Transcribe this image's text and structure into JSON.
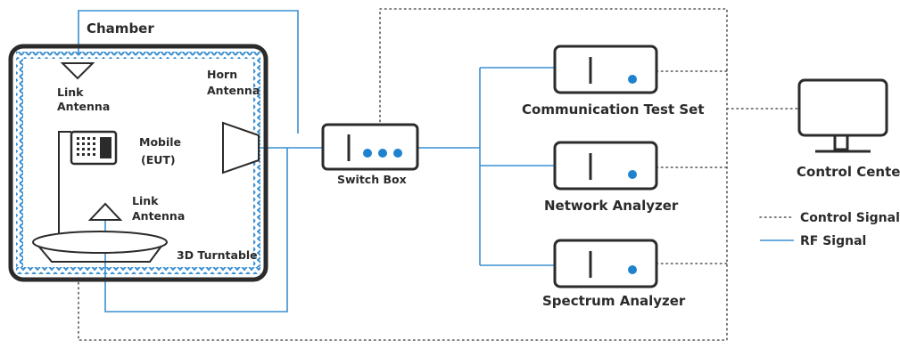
{
  "labels": {
    "chamber": "Chamber",
    "link_antenna_top_1": "Link",
    "link_antenna_top_2": "Antenna",
    "horn_antenna_1": "Horn",
    "horn_antenna_2": "Antenna",
    "mobile_1": "Mobile",
    "mobile_2": "(EUT)",
    "link_antenna_bottom_1": "Link",
    "link_antenna_bottom_2": "Antenna",
    "turntable": "3D Turntable",
    "switch_box": "Switch Box",
    "communication_test_set": "Communication Test Set",
    "network_analyzer": "Network Analyzer",
    "spectrum_analyzer": "Spectrum Analyzer",
    "control_center": "Control Center"
  },
  "legend": {
    "control_signal": "Control Signal",
    "rf_signal": "RF Signal"
  },
  "colors": {
    "rf_signal": "#3a8fd0",
    "control_signal": "#555555",
    "outline": "#2b2b2b",
    "absorber": "#3a8fd0"
  },
  "icons": [
    "triangle-antenna-icon",
    "horn-antenna-icon",
    "phone-icon",
    "turntable-icon",
    "instrument-icon",
    "monitor-icon"
  ]
}
